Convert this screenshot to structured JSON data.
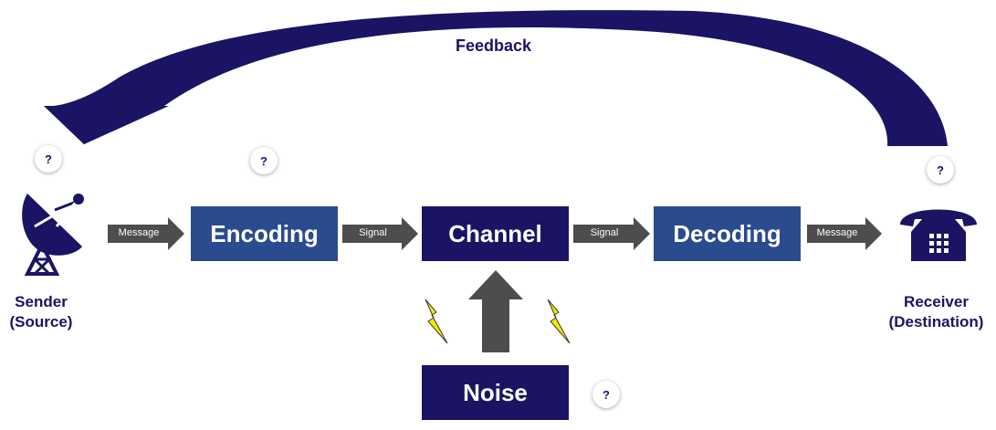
{
  "feedback_label": "Feedback",
  "sender": {
    "line1": "Sender",
    "line2": "(Source)"
  },
  "receiver": {
    "line1": "Receiver",
    "line2": "(Destination)"
  },
  "boxes": {
    "encoding": "Encoding",
    "channel": "Channel",
    "decoding": "Decoding",
    "noise": "Noise"
  },
  "arrows": {
    "message_in": "Message",
    "signal_1": "Signal",
    "signal_2": "Signal",
    "message_out": "Message"
  },
  "help_symbol": "?",
  "icons": {
    "sender": "satellite-dish-icon",
    "receiver": "telephone-icon",
    "noise": "lightning-bolt-icon"
  },
  "colors": {
    "dark_navy": "#1b1464",
    "medium_blue": "#2a4b8d",
    "arrow_gray": "#4d4d4d",
    "lightning": "#f4ea00"
  }
}
